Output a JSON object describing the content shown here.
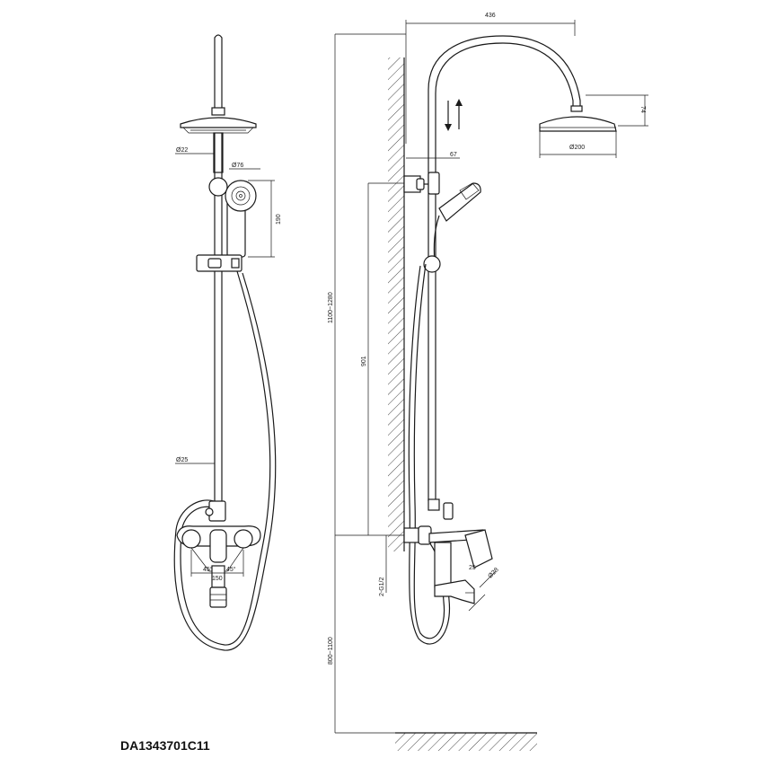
{
  "product_code": "DA1343701C11",
  "front_view": {
    "dims": {
      "rod_diameter_top": "Ø22",
      "handshower_diameter": "Ø76",
      "handshower_length": "190",
      "rod_diameter_lower": "Ø25",
      "center_distance": "150",
      "angle_left": "45°",
      "angle_right": "45°"
    }
  },
  "side_view": {
    "dims": {
      "arm_reach": "436",
      "head_thickness": "74",
      "head_diameter": "Ø200",
      "bracket_offset": "67",
      "total_height_range": "1100~1280",
      "bracket_height": "901",
      "inlet_thread": "2-G1/2",
      "install_height_range": "800~1100",
      "spout_angle": "25",
      "spout_diameter": "Ø28"
    }
  }
}
